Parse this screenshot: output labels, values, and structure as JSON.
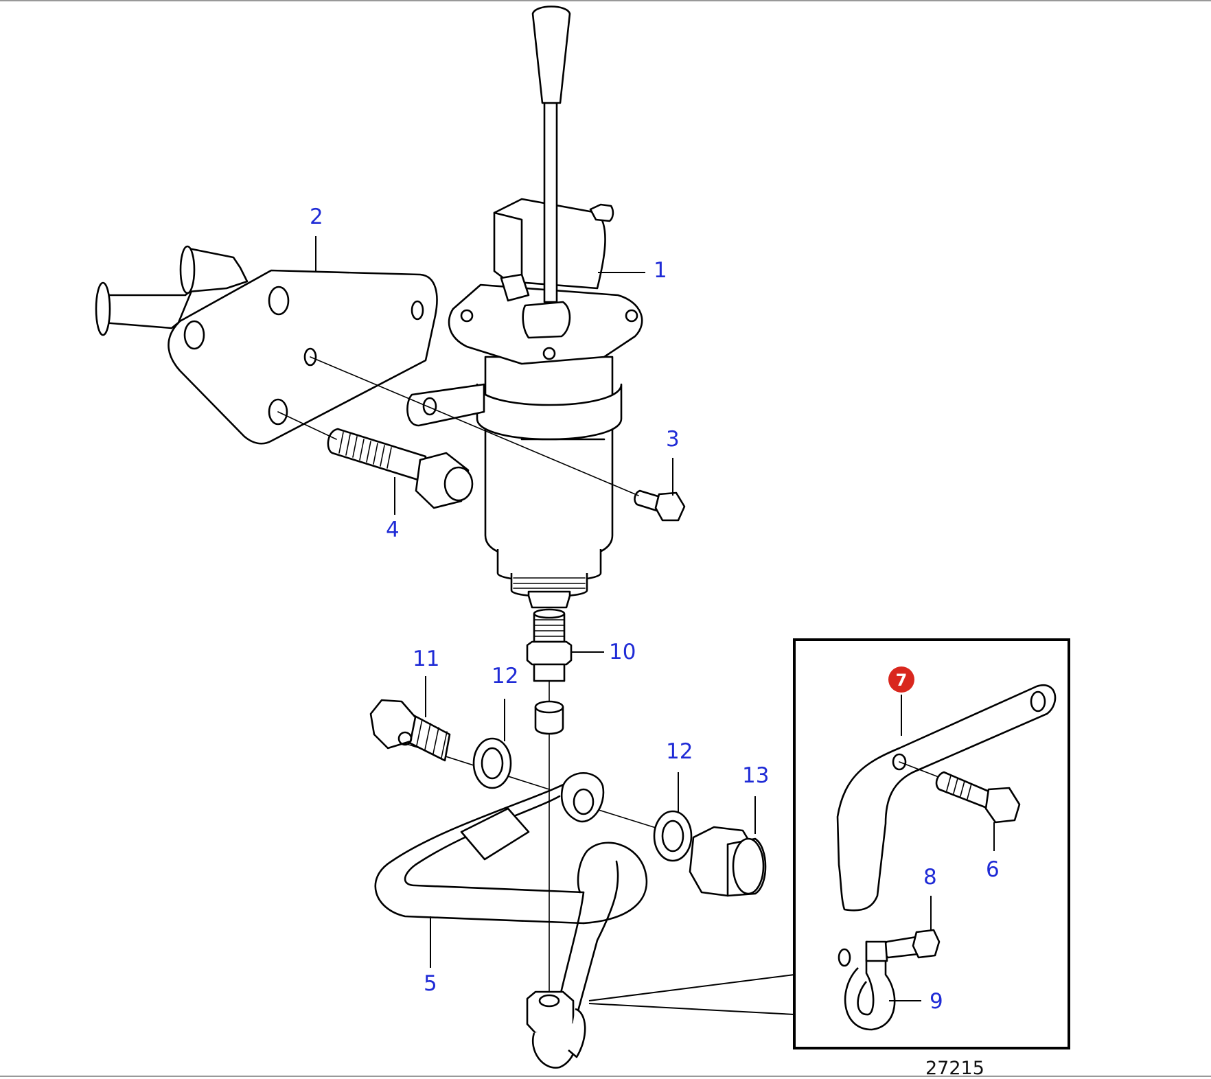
{
  "diagram": {
    "reference_number": "27215",
    "highlight_color": "#d9271e",
    "callout_color": "#1f2bd6",
    "callouts": [
      {
        "id": "1",
        "label": "1"
      },
      {
        "id": "2",
        "label": "2"
      },
      {
        "id": "3",
        "label": "3"
      },
      {
        "id": "4",
        "label": "4"
      },
      {
        "id": "5",
        "label": "5"
      },
      {
        "id": "6",
        "label": "6"
      },
      {
        "id": "7",
        "label": "7"
      },
      {
        "id": "8",
        "label": "8"
      },
      {
        "id": "9",
        "label": "9"
      },
      {
        "id": "10",
        "label": "10"
      },
      {
        "id": "11",
        "label": "11"
      },
      {
        "id": "12a",
        "label": "12"
      },
      {
        "id": "12b",
        "label": "12"
      },
      {
        "id": "13",
        "label": "13"
      }
    ]
  }
}
